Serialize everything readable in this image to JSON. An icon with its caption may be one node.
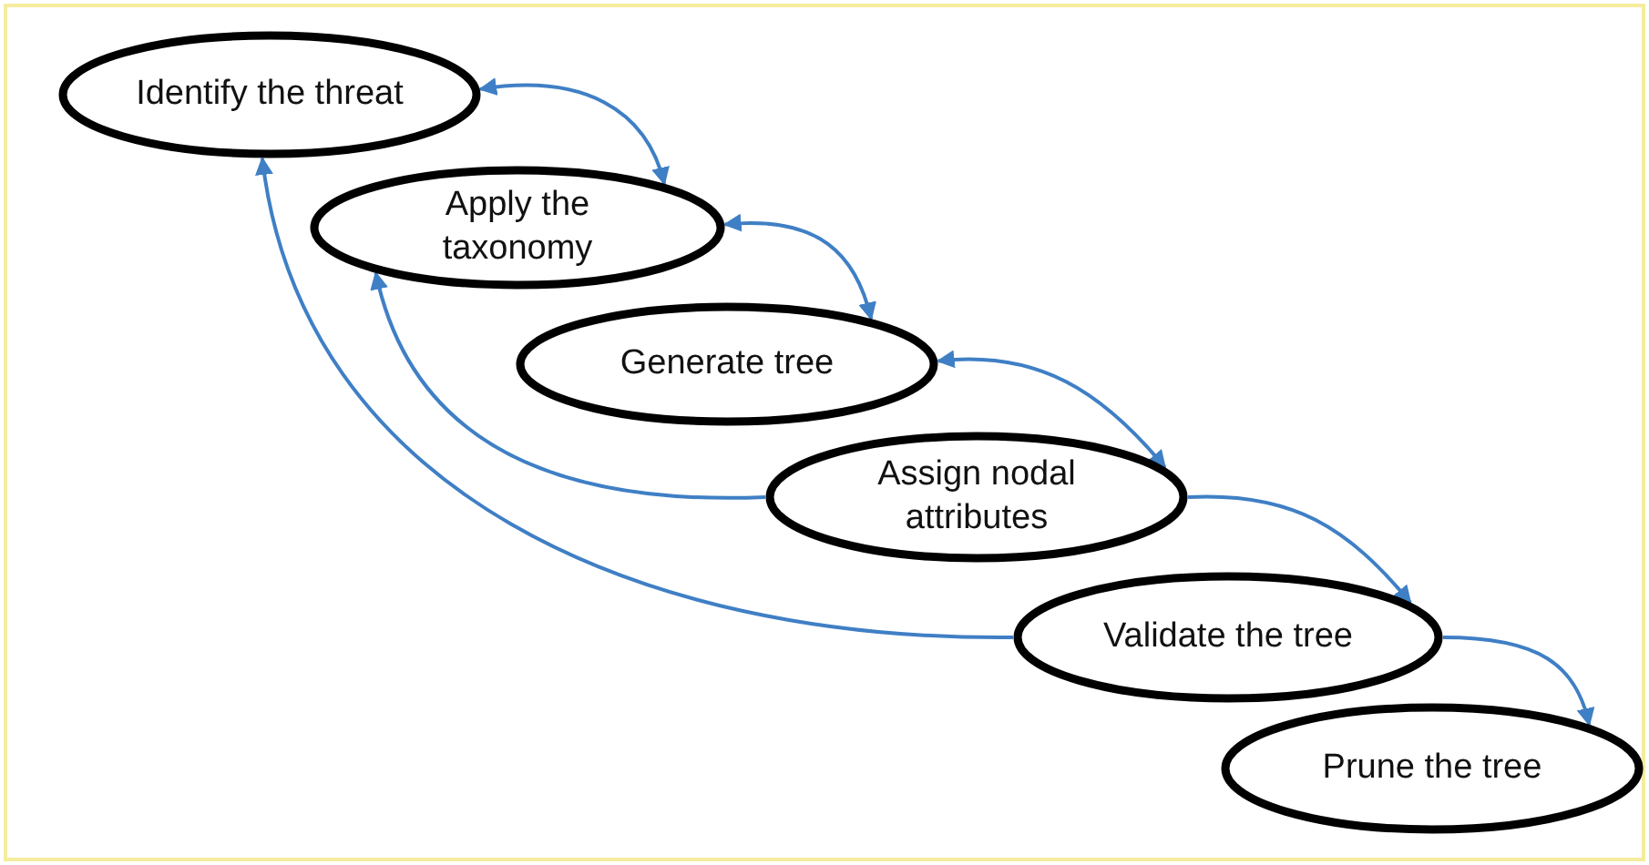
{
  "diagram": {
    "nodes": [
      {
        "text": [
          "Identify the threat"
        ]
      },
      {
        "text": [
          "Apply the taxonomy"
        ]
      },
      {
        "text": [
          "Generate tree"
        ]
      },
      {
        "text": [
          "Assign nodal attributes"
        ]
      },
      {
        "text": [
          "Validate the tree"
        ]
      },
      {
        "text": [
          "Prune the tree"
        ]
      }
    ],
    "edges": [
      {
        "from": 0,
        "to": 1,
        "arrow": "both"
      },
      {
        "from": 1,
        "to": 2,
        "arrow": "both"
      },
      {
        "from": 2,
        "to": 3,
        "arrow": "both"
      },
      {
        "from": 3,
        "to": 4,
        "arrow": "to"
      },
      {
        "from": 4,
        "to": 5,
        "arrow": "to"
      },
      {
        "from": 3,
        "to": 1,
        "arrow": "to"
      },
      {
        "from": 4,
        "to": 0,
        "arrow": "to"
      }
    ]
  }
}
